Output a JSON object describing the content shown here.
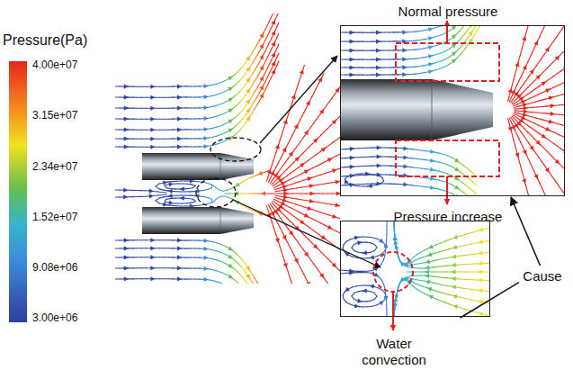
{
  "diagram": {
    "nodes": [
      {
        "text": [
          "Normal pressure",
          "Pressure increase"
        ]
      },
      {
        "text": [
          "Water convection"
        ]
      },
      {
        "text": [
          "Cause"
        ]
      }
    ],
    "edges": [
      {
        "from": 2,
        "to": 0,
        "arrow": "to"
      },
      {
        "from": 1,
        "to": 2,
        "arrow": "none"
      }
    ],
    "labels": [
      "Pressure(Pa)",
      "4.00e+07",
      "3.15e+07",
      "2.34e+07",
      "1.52e+07",
      "9.08e+06",
      "3.00e+06"
    ]
  }
}
